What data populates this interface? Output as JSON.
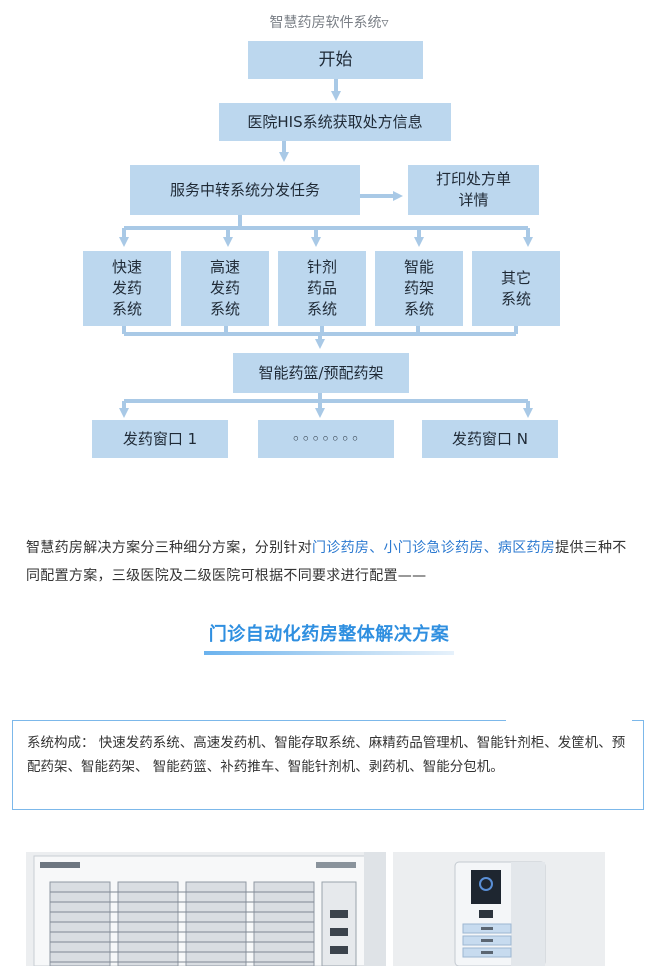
{
  "header": {
    "title": "智慧药房软件系统▿"
  },
  "flow": {
    "start": "开始",
    "his": "医院HIS系统获取处方信息",
    "relay": "服务中转系统分发任务",
    "print": "打印处方单\n详情",
    "systems": [
      {
        "label": "快速\n发药\n系统"
      },
      {
        "label": "高速\n发药\n系统"
      },
      {
        "label": "针剂\n药品\n系统"
      },
      {
        "label": "智能\n药架\n系统"
      },
      {
        "label": "其它\n系统"
      }
    ],
    "basket": "智能药篮/预配药架",
    "windows": [
      {
        "label": "发药窗口 1"
      },
      {
        "label": "◦◦◦◦◦◦◦"
      },
      {
        "label": "发药窗口 N"
      }
    ]
  },
  "intro": {
    "part1": "智慧药房解决方案分三种细分方案，分别针对",
    "highlight": "门诊药房、小门诊急诊药房、病区药房",
    "part2": "提供三种不同配置方案，三级医院及二级医院可根据不同要求进行配置——"
  },
  "section": {
    "title": "门诊自动化药房整体解决方案"
  },
  "composition": {
    "text": "系统构成：  快速发药系统、高速发药机、智能存取系统、麻精药品管理机、智能针剂柜、发筐机、预配药架、智能药架、 智能药篮、补药推车、智能针剂机、剥药机、智能分包机。"
  },
  "colors": {
    "box_fill": "#bcd7ee",
    "arrow": "#a9c9e6",
    "highlight": "#2b79d0",
    "section_title": "#2f8fe0",
    "frame": "#7cb8ea"
  },
  "icons": {
    "display_screen": "display-screen-icon",
    "cabinet": "cabinet-icon"
  }
}
